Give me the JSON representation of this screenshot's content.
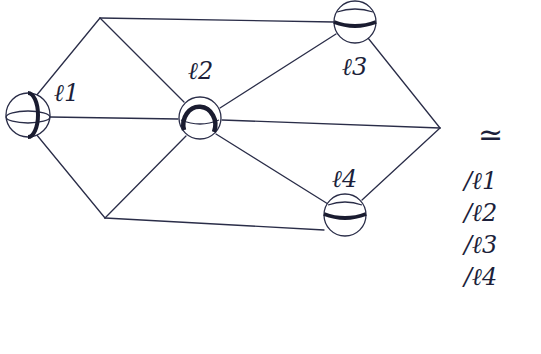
{
  "diagram": {
    "labels": [
      "ℓ1",
      "ℓ2",
      "ℓ3",
      "ℓ4",
      "≃",
      "/ℓ1",
      "/ℓ2",
      "/ℓ3",
      "/ℓ4"
    ]
  }
}
